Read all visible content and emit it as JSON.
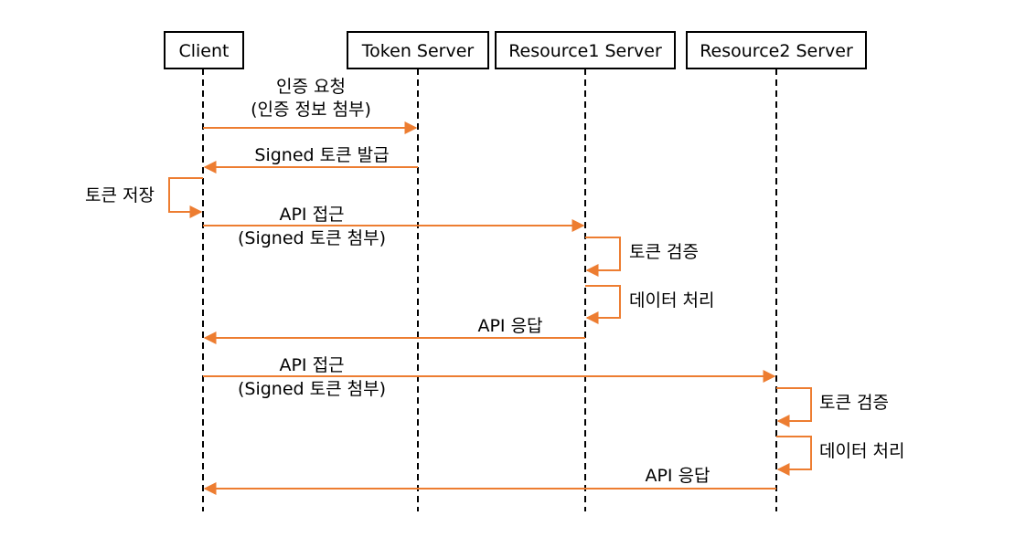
{
  "colors": {
    "arrow": "#ed7d31",
    "line": "#000000",
    "background": "#ffffff"
  },
  "participants": [
    {
      "id": "client",
      "label": "Client"
    },
    {
      "id": "token",
      "label": "Token Server"
    },
    {
      "id": "res1",
      "label": "Resource1 Server"
    },
    {
      "id": "res2",
      "label": "Resource2 Server"
    }
  ],
  "messages": [
    {
      "from": "client",
      "to": "token",
      "lines": [
        "인증 요청",
        "(인증 정보 첨부)"
      ]
    },
    {
      "from": "token",
      "to": "client",
      "lines": [
        "Signed 토큰 발급"
      ]
    },
    {
      "from": "client",
      "to": "client",
      "self": true,
      "lines": [
        "토큰 저장"
      ]
    },
    {
      "from": "client",
      "to": "res1",
      "lines": [
        "API 접근",
        "(Signed 토큰 첨부)"
      ]
    },
    {
      "from": "res1",
      "to": "res1",
      "self": true,
      "lines": [
        "토큰 검증"
      ]
    },
    {
      "from": "res1",
      "to": "res1",
      "self": true,
      "lines": [
        "데이터 처리"
      ]
    },
    {
      "from": "res1",
      "to": "client",
      "lines": [
        "API 응답"
      ]
    },
    {
      "from": "client",
      "to": "res2",
      "lines": [
        "API 접근",
        "(Signed 토큰 첨부)"
      ]
    },
    {
      "from": "res2",
      "to": "res2",
      "self": true,
      "lines": [
        "토큰 검증"
      ]
    },
    {
      "from": "res2",
      "to": "res2",
      "self": true,
      "lines": [
        "데이터 처리"
      ]
    },
    {
      "from": "res2",
      "to": "client",
      "lines": [
        "API 응답"
      ]
    }
  ]
}
